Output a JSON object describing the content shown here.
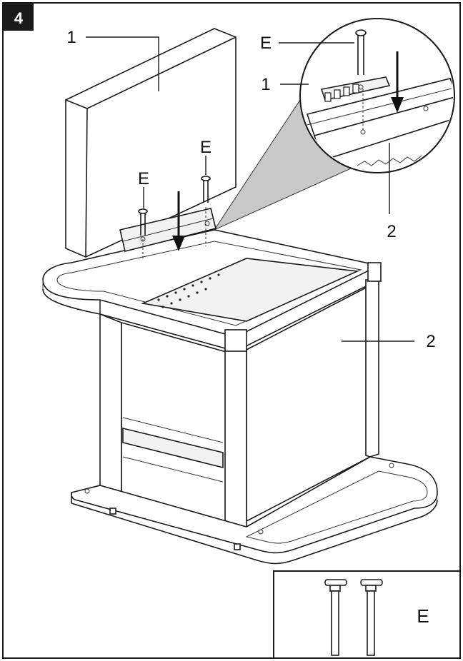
{
  "step": {
    "number": "4"
  },
  "callouts": {
    "part1_main": "1",
    "part1_detail": "1",
    "part2_main": "2",
    "part2_detail": "2",
    "screw_e_detail": "E",
    "screw_e_left": "E",
    "screw_e_right": "E"
  },
  "parts_box": {
    "label": "E",
    "quantity_drawn": 2
  },
  "colors": {
    "stroke": "#1a1a1a",
    "background": "#ffffff",
    "step_badge": "#1a1a1a",
    "magnifier_cone": "#c8c8c8"
  }
}
